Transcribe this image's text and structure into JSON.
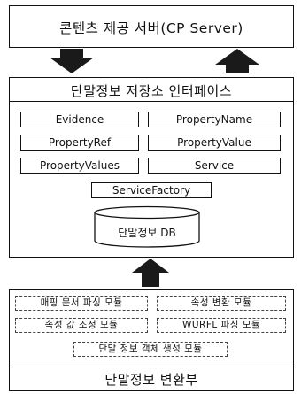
{
  "cp_server": {
    "title": "콘텐츠 제공 서버(CP Server)"
  },
  "repository": {
    "title": "단말정보 저장소 인터페이스",
    "classes": [
      "Evidence",
      "PropertyName",
      "PropertyRef",
      "PropertyValue",
      "PropertyValues",
      "Service",
      "ServiceFactory"
    ],
    "db_label": "단말정보 DB"
  },
  "converter": {
    "modules": [
      "매핑 문서 파싱 모듈",
      "속성 변환 모듈",
      "속성 값 조정 모듈",
      "WURFL 파싱 모듈",
      "단말 정보 객체 생성 모듈"
    ],
    "title": "단말정보 변환부"
  }
}
